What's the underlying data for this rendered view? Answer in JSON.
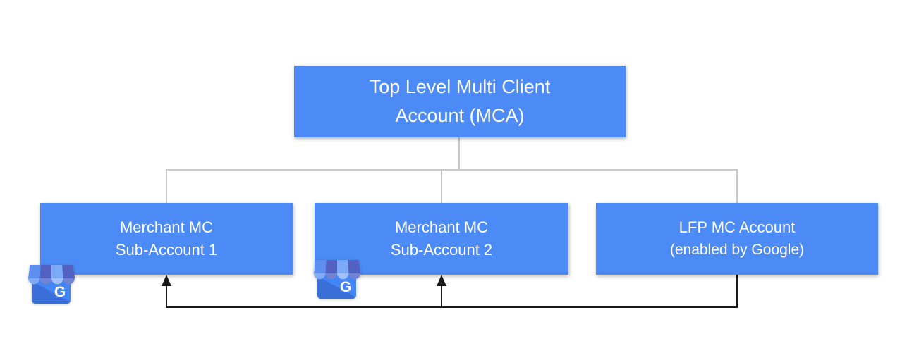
{
  "diagram": {
    "top_node": {
      "label_line1": "Top Level Multi Client",
      "label_line2": "Account (MCA)"
    },
    "child_nodes": [
      {
        "label_line1": "Merchant MC",
        "label_line2": "Sub-Account 1"
      },
      {
        "label_line1": "Merchant MC",
        "label_line2": "Sub-Account 2"
      },
      {
        "label_line1": "LFP MC Account",
        "label_line2": "(enabled by Google)"
      }
    ],
    "icon": {
      "name": "google-my-business",
      "g_label": "G"
    },
    "colors": {
      "node_fill": "#4c8bf5",
      "node_text": "#ffffff",
      "tree_line": "#c9c9c9",
      "arrow_line": "#1a1a1a",
      "icon_body": "#4285f4",
      "icon_awning_light": "#7baaf7",
      "icon_awning_dark": "#5262c2"
    }
  }
}
